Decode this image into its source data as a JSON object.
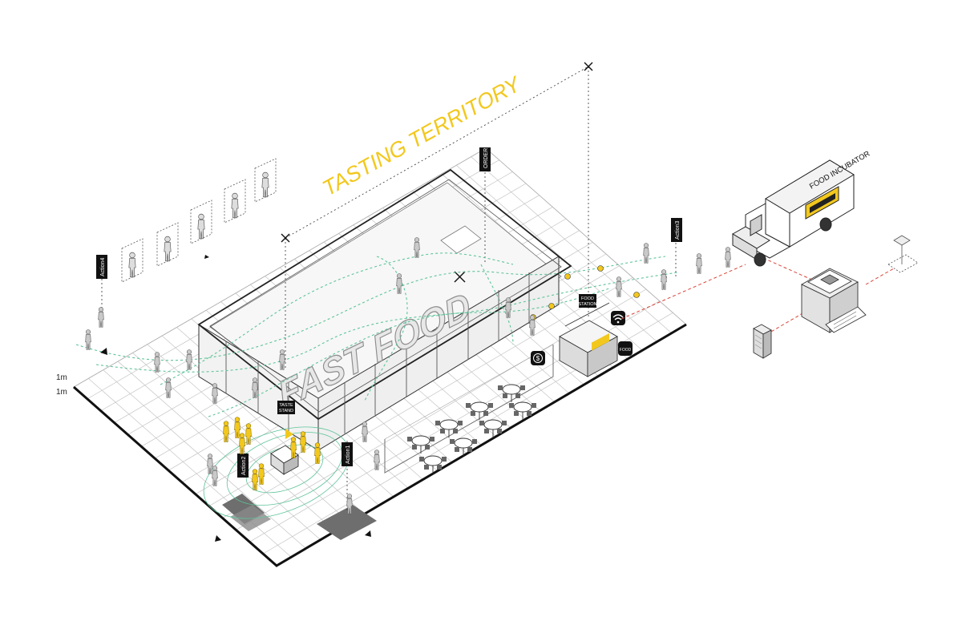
{
  "diagram": {
    "title": "TASTING TERRITORY",
    "building_label": "FAST FOOD",
    "truck_label": "FOOD INCUBATOR",
    "scale_labels": [
      "1m",
      "1m"
    ],
    "tags": {
      "order": "ORDER",
      "food_station_1": "FOOD",
      "food_station_2": "STATION",
      "taste_stand_1": "TASTE",
      "taste_stand_2": "STAND",
      "action1": "Action1",
      "action2": "Action2",
      "action3": "Action3",
      "action4": "Action4",
      "food_box": "FOOD"
    },
    "colors": {
      "accent_yellow": "#f2c81e",
      "path_green": "#5fc49a",
      "dashed_red": "#d9453b",
      "ink": "#1a1a1a",
      "grid": "#bdbdbd"
    },
    "icons": [
      "wifi-icon",
      "dollar-icon",
      "food-icon",
      "person-icon",
      "truck-icon",
      "kiosk-icon",
      "table-icon"
    ]
  }
}
